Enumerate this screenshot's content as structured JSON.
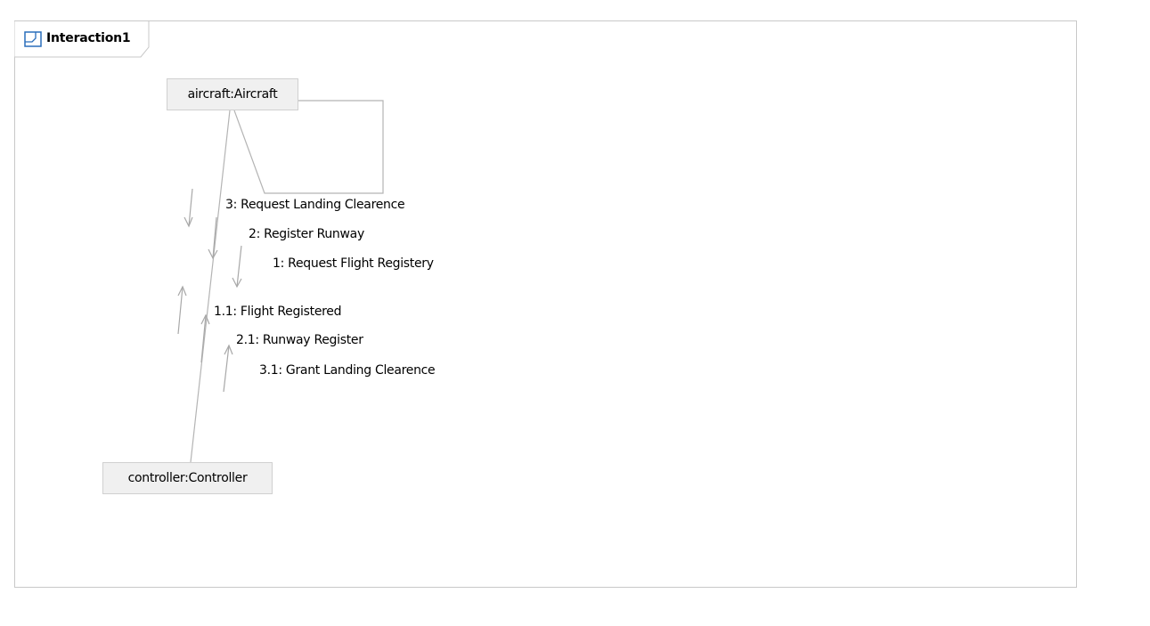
{
  "diagram": {
    "interaction_name": "Interaction1",
    "frame_icon": "interaction-frame-icon",
    "lifelines": {
      "aircraft": "aircraft:Aircraft",
      "controller": "controller:Controller"
    },
    "messages": [
      {
        "label": "3: Request Landing Clearence",
        "direction": "down"
      },
      {
        "label": "2: Register Runway",
        "direction": "down"
      },
      {
        "label": "1: Request Flight Registery",
        "direction": "down"
      },
      {
        "label": "1.1: Flight Registered",
        "direction": "up"
      },
      {
        "label": "2.1: Runway Register",
        "direction": "up"
      },
      {
        "label": "3.1: Grant Landing Clearence",
        "direction": "up"
      }
    ],
    "colors": {
      "frame_border": "#c8c8c8",
      "lifeline_fill": "#f0f0f0",
      "connector": "#b4b4b4",
      "icon_blue": "#2a6ebb"
    }
  }
}
